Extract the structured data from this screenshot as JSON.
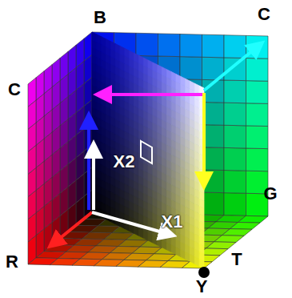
{
  "diagram": {
    "labels": [
      "B",
      "C",
      "C",
      "X2",
      "G",
      "X1",
      "R",
      "T",
      "Y"
    ]
  }
}
